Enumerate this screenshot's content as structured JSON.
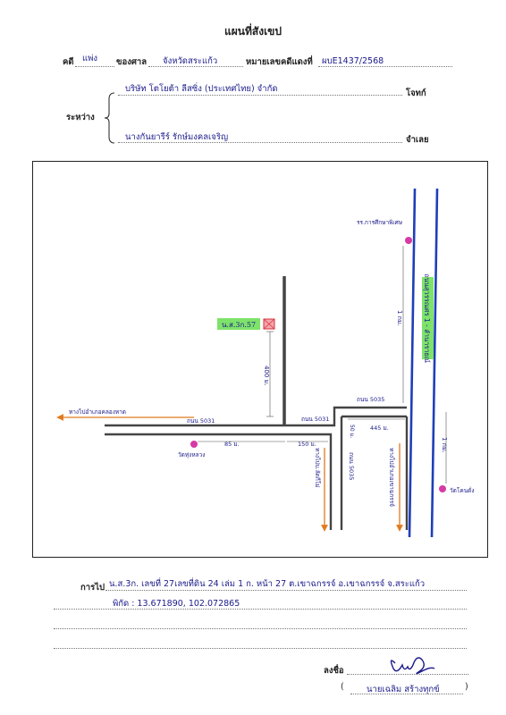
{
  "header": {
    "title": "แผนที่สังเขป"
  },
  "case_line": {
    "case_label": "คดี",
    "case_type": "แพ่ง",
    "court_label": "ของศาล",
    "court_name": "จังหวัดสระแก้ว",
    "case_no_label": "หมายเลขคดีแดงที่",
    "case_no": "ผบE1437/2568"
  },
  "parties": {
    "between_label": "ระหว่าง",
    "plaintiff": "บริษัท โตโยต้า ลีสซิ่ง (ประเทศไทย) จำกัด",
    "plaintiff_role": "โจทก์",
    "defendant": "นางกันยารีร์ รักษ์มงคลเจริญ",
    "defendant_role": "จำเลย"
  },
  "map": {
    "target_label": "น.ส.3ก.57",
    "temple_left": "วัดทุ่งหลวง",
    "temple_right": "วัดโคนดั่ง",
    "temple_top": "รร.การศึกษาพิเศษ",
    "highway_label": "ถนนสุวรรณศร 1 - ลำนารายณ์",
    "road_west": "ถนน 5031",
    "road_mid": "ถนน 5031",
    "road_junction": "ถนน 5035",
    "road_south": "ถนน 5035",
    "dist_north_spur": "400 ม.",
    "dist_west_seg": "85 ม.",
    "dist_mid_seg": "150 ม.",
    "dist_east_seg": "445 ม.",
    "dist_highway_north": "1 กม.",
    "dist_highway_south": "1 กม.",
    "dist_small": "50 ม.",
    "dir_west": "ทางไปอำเภอคลองหาด",
    "dir_south": "ทางไปบ.ลัดกีโม่",
    "dir_south_east": "ทางไปอำเภอเขาฉกรรจ์"
  },
  "footer": {
    "route_label": "การไป",
    "route_text": "น.ส.3ก. เลขที่ 27เลขที่ดิน 24 เล่ม 1 ก. หน้า 27 ต.เขาฉกรรจ์ อ.เขาฉกรรจ์ จ.สระแก้ว",
    "coords": "พิกัด : 13.671890, 102.072865",
    "sign_label": "ลงชื่อ",
    "signer_name": "นายเฉลิม สร้างทุกข์"
  },
  "colors": {
    "ink_blue": "#1a1a8a",
    "road": "#444444",
    "highway": "#1f3fb8",
    "arrow": "#e07a1f",
    "highlight": "#7ee36a",
    "pin": "#d63aa6",
    "plot": "#d9313a"
  }
}
